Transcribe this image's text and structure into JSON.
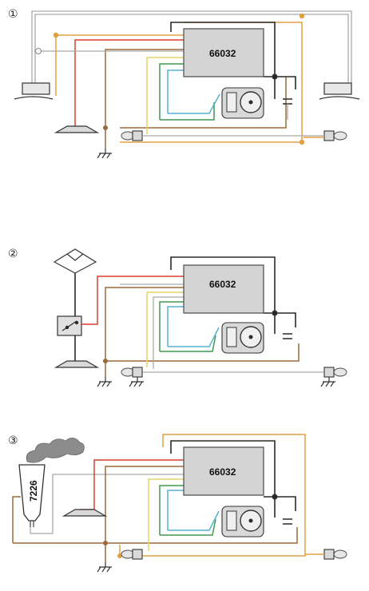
{
  "panels": [
    {
      "number": "①",
      "controller_label": "66032"
    },
    {
      "number": "②",
      "controller_label": "66032"
    },
    {
      "number": "③",
      "controller_label": "66032"
    }
  ],
  "panel3": {
    "smoke_generator_label": "7226"
  },
  "wire_colors": {
    "black": "#2a2a2a",
    "red": "#d6402f",
    "orange": "#e0a040",
    "brown": "#9a6a3a",
    "yellow": "#e6d36a",
    "green": "#3f9a55",
    "blue": "#56b2cf",
    "gray": "#a9a9a9"
  }
}
